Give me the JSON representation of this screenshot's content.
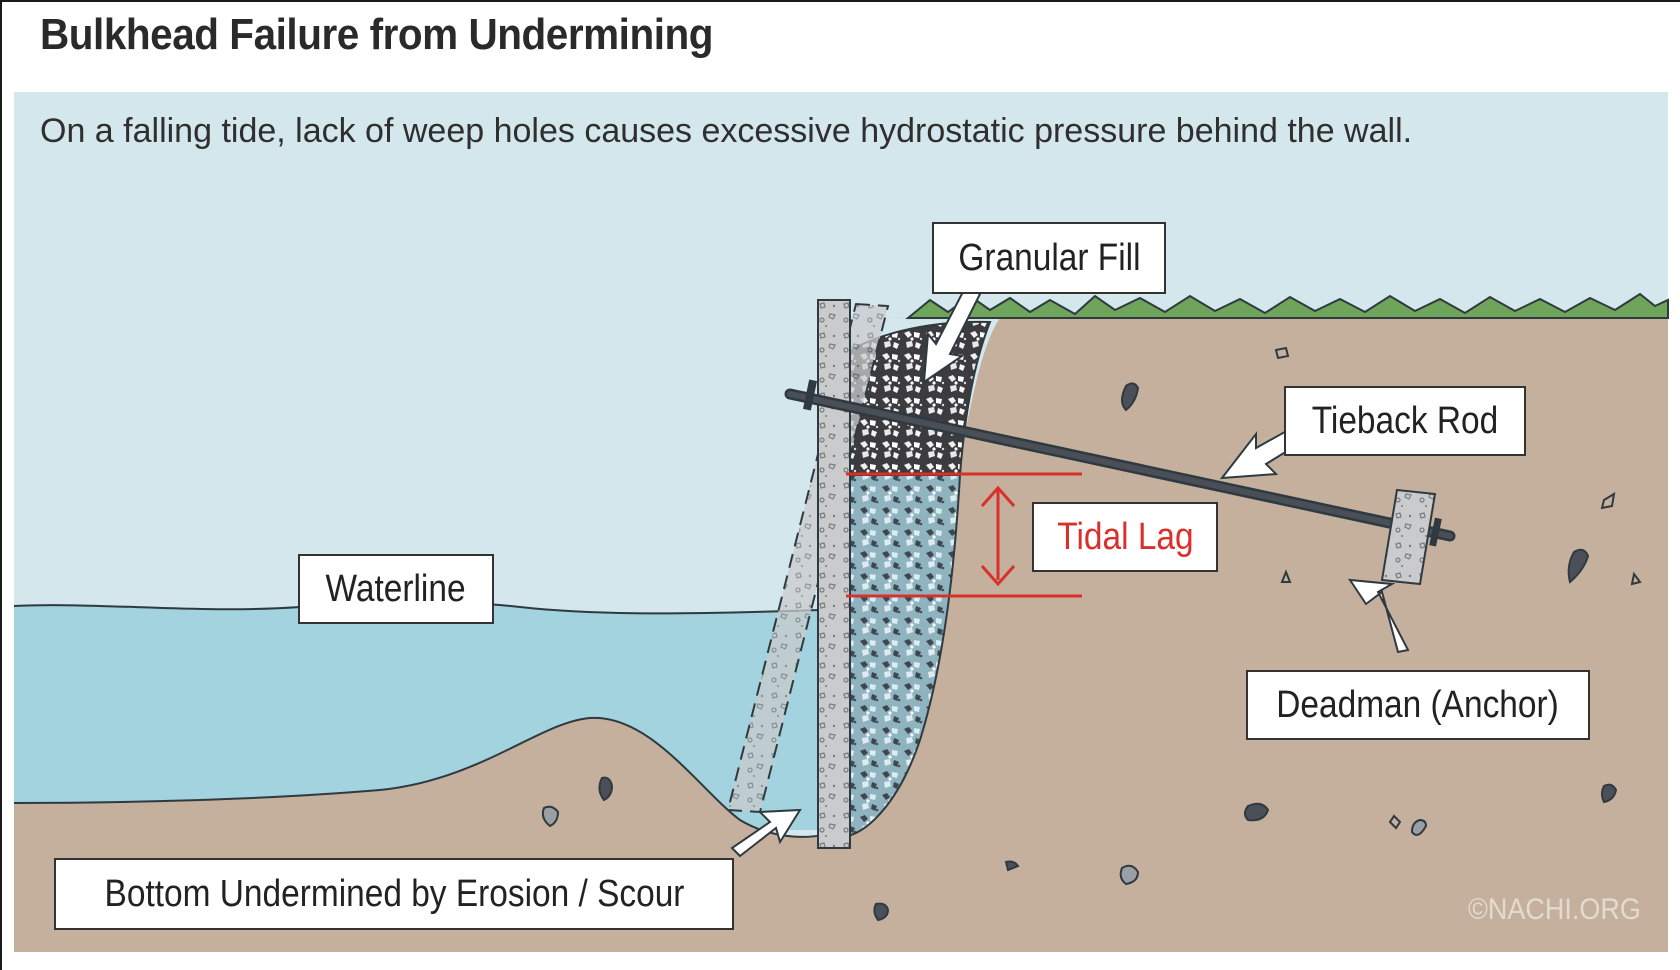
{
  "title": "Bulkhead Failure from Undermining",
  "subtitle": "On a falling tide, lack of weep holes causes excessive hydrostatic pressure behind the wall.",
  "labels": {
    "granular_fill": "Granular Fill",
    "tieback_rod": "Tieback Rod",
    "tidal_lag": "Tidal Lag",
    "waterline": "Waterline",
    "deadman": "Deadman (Anchor)",
    "erosion": "Bottom Undermined by Erosion / Scour"
  },
  "copyright": "©NACHI.ORG",
  "colors": {
    "sky": "#d4e7ec",
    "water": "#a2d3de",
    "soil": "#c4b09c",
    "grass": "#6fa55a",
    "concrete": "#c9cbcd",
    "fill_dark": "#3b3b40",
    "fill_wet": "#9bb8c2",
    "rod": "#3a3d44",
    "tidal_lag_red": "#d9302c"
  },
  "icons": [
    "arrow-icon",
    "double-arrow-icon",
    "rock-icon"
  ]
}
